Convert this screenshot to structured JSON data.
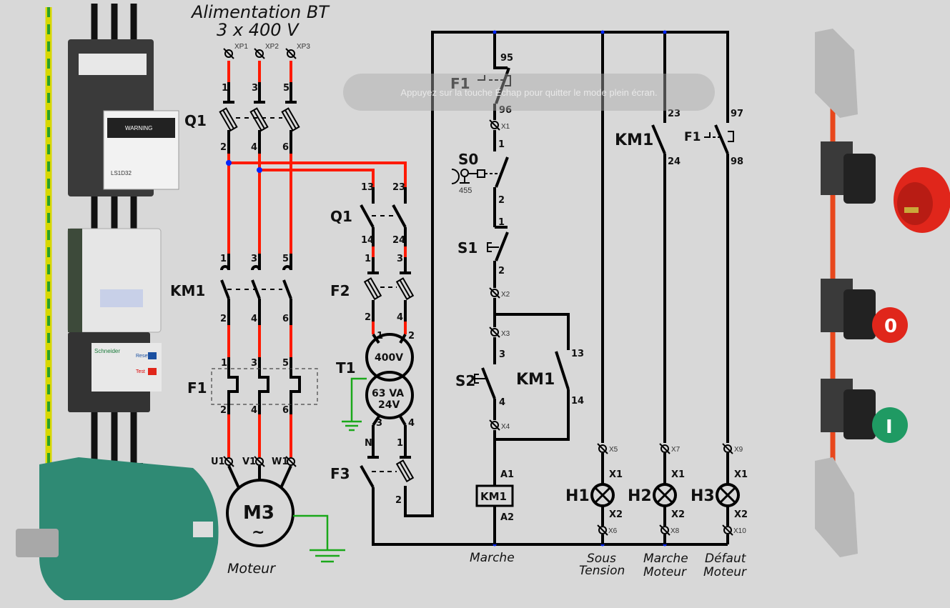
{
  "title": {
    "line1": "Alimentation BT",
    "line2": "3 x 400 V"
  },
  "power": {
    "terminals": [
      "XP1",
      "XP2",
      "XP3"
    ],
    "q1": "Q1",
    "q1_top": [
      "1",
      "3",
      "5"
    ],
    "q1_bot": [
      "2",
      "4",
      "6"
    ],
    "km1": "KM1",
    "km1_top": [
      "1",
      "3",
      "5"
    ],
    "km1_bot": [
      "2",
      "4",
      "6"
    ],
    "f1": "F1",
    "f1_top": [
      "1",
      "3",
      "5"
    ],
    "f1_bot": [
      "2",
      "4",
      "6"
    ],
    "motor_terminals": [
      "U1",
      "V1",
      "W1"
    ],
    "motor_symbol": "M3",
    "motor_tilde": "~",
    "motor_label": "Moteur"
  },
  "supply": {
    "q1": "Q1",
    "q1_top": [
      "13",
      "23"
    ],
    "q1_bot": [
      "14",
      "24"
    ],
    "f2": "F2",
    "f2_top": [
      "1",
      "3"
    ],
    "f2_bot": [
      "2",
      "4"
    ],
    "t1": "T1",
    "t1_primary": "400V",
    "t1_power": "63 VA",
    "t1_secondary": "24V",
    "t1_pri_terms": [
      "1",
      "2"
    ],
    "t1_sec_terms": [
      "3",
      "4"
    ],
    "f3": "F3",
    "f3_top": [
      "N",
      "1"
    ],
    "f3_bot": "2"
  },
  "control": {
    "f1": "F1",
    "f1_nc": [
      "95",
      "96"
    ],
    "x1": "X1",
    "s0": "S0",
    "s0_ref": "455",
    "s0_terms": [
      "1",
      "2"
    ],
    "s1": "S1",
    "s1_terms": [
      "1",
      "2"
    ],
    "x2": "X2",
    "x3": "X3",
    "s2": "S2",
    "s2_terms": [
      "3",
      "4"
    ],
    "x4": "X4",
    "km1_hold": "KM1",
    "km1_hold_terms": [
      "13",
      "14"
    ],
    "coil": "KM1",
    "coil_terms": [
      "A1",
      "A2"
    ],
    "km1_aux": "KM1",
    "km1_aux_terms": [
      "23",
      "24"
    ],
    "f1_no": "F1",
    "f1_no_terms": [
      "97",
      "98"
    ],
    "lamps": [
      {
        "id": "H1",
        "top_term": "X5",
        "bot_term": "X6",
        "x1": "X1",
        "x2": "X2",
        "label1": "Sous",
        "label2": "Tension"
      },
      {
        "id": "H2",
        "top_term": "X7",
        "bot_term": "X8",
        "x1": "X1",
        "x2": "X2",
        "label1": "Marche",
        "label2": "Moteur"
      },
      {
        "id": "H3",
        "top_term": "X9",
        "bot_term": "X10",
        "x1": "X1",
        "x2": "X2",
        "label1": "Défaut",
        "label2": "Moteur"
      }
    ],
    "coil_label": "Marche"
  },
  "device_photos": {
    "left": {
      "breaker_model": "LS1D32",
      "warning": "WARNING",
      "relay_reset": "Reset",
      "relay_test": "Test",
      "relay_brand": "Schneider"
    },
    "right": {
      "stop_button": "0",
      "start_button": "I"
    }
  },
  "fullscreen_notice": "Appuyez sur la touche Échap pour quitter le mode plein écran.",
  "colors": {
    "live_wire": "#ff1a00",
    "ground_wire": "#1aa81a",
    "junction": "#0026ff",
    "background": "#d8d8d8",
    "stop": "#e0261b",
    "start": "#1f9a63",
    "motor": "#2f8a74"
  }
}
